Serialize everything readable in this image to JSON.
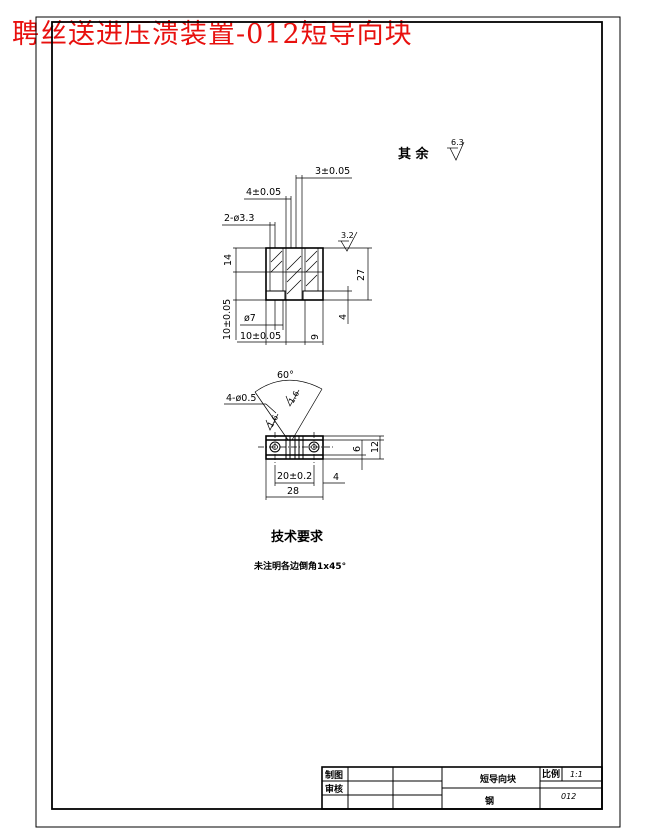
{
  "banner_title": "聘丝送进压溃装置-012短导向块",
  "roughness_note": {
    "label": "其 余",
    "value": "6.3"
  },
  "front_view": {
    "dims": {
      "slot_width": "3±0.05",
      "pin_spacing": "4±0.05",
      "holes": "2-ø3.3",
      "roughness": "3.2",
      "height_upper": "14",
      "height_total": "27",
      "bottom_offset": "4",
      "vertical_position": "10±0.05",
      "pin_diameter": "ø7",
      "horizontal_position": "10±0.05",
      "right_width": "9"
    }
  },
  "top_view": {
    "dims": {
      "angle": "60°",
      "small_holes": "4-ø0.5",
      "rough_a": "1.6",
      "rough_b": "1.6",
      "height_6": "6",
      "height_12": "12",
      "hole_spacing": "20±0.2",
      "right_offset": "4",
      "total_width": "28"
    }
  },
  "tech_requirements": {
    "title": "技术要求",
    "note": "未注明各边倒角1x45°"
  },
  "title_block": {
    "drawn_by": "制图",
    "checked_by": "审核",
    "part_name": "短导向块",
    "scale_label": "比例",
    "scale_value": "1:1",
    "drawing_number": "012",
    "material": "钢"
  }
}
